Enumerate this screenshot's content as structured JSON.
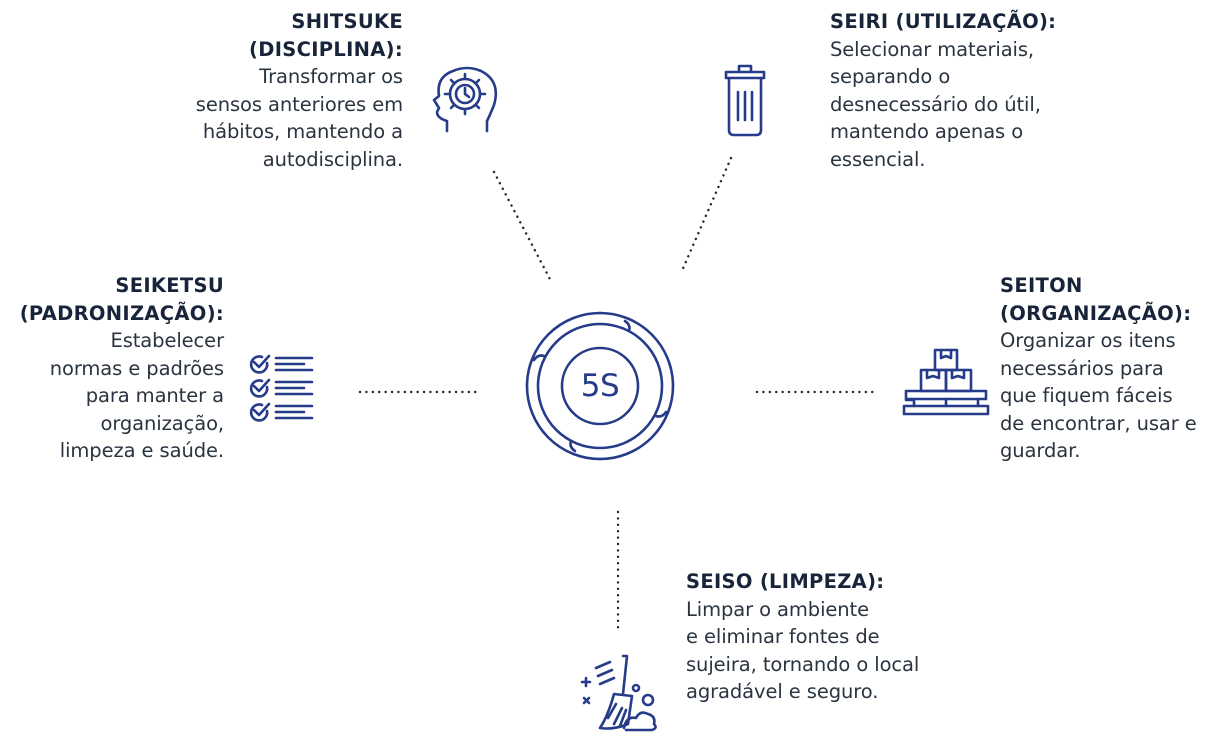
{
  "center": {
    "label": "5S",
    "colors": {
      "icon": "#263c8a",
      "text": "#1f2b3a"
    }
  },
  "items": {
    "shitsuke": {
      "icon": "head-gear-clock-icon",
      "title_lines": [
        "SHITSUKE",
        "(DISCIPLINA):"
      ],
      "body_lines": [
        "Transformar os",
        "sensos anteriores em",
        "hábitos, mantendo a",
        "autodisciplina."
      ]
    },
    "seiri": {
      "icon": "trash-can-icon",
      "title_lines": [
        "SEIRI (UTILIZAÇÃO):"
      ],
      "body_lines": [
        "Selecionar materiais,",
        "separando o",
        "desnecessário do útil,",
        "mantendo apenas o",
        "essencial."
      ]
    },
    "seiketsu": {
      "icon": "checklist-icon",
      "title_lines": [
        "SEIKETSU",
        "(PADRONIZAÇÃO):"
      ],
      "body_lines": [
        "Estabelecer",
        "normas e padrões",
        "para manter a",
        "organização,",
        "limpeza e saúde."
      ]
    },
    "seiton": {
      "icon": "boxes-pallet-icon",
      "title_lines": [
        "SEITON",
        "(ORGANIZAÇÃO):"
      ],
      "body_lines": [
        "Organizar os itens",
        "necessários para",
        "que fiquem fáceis",
        "de encontrar, usar e",
        "guardar."
      ]
    },
    "seiso": {
      "icon": "broom-cleaning-icon",
      "title_lines": [
        "SEISO (LIMPEZA):"
      ],
      "body_lines": [
        "Limpar o ambiente",
        "e eliminar fontes de",
        "sujeira, tornando o local",
        "agradável e seguro."
      ]
    }
  }
}
